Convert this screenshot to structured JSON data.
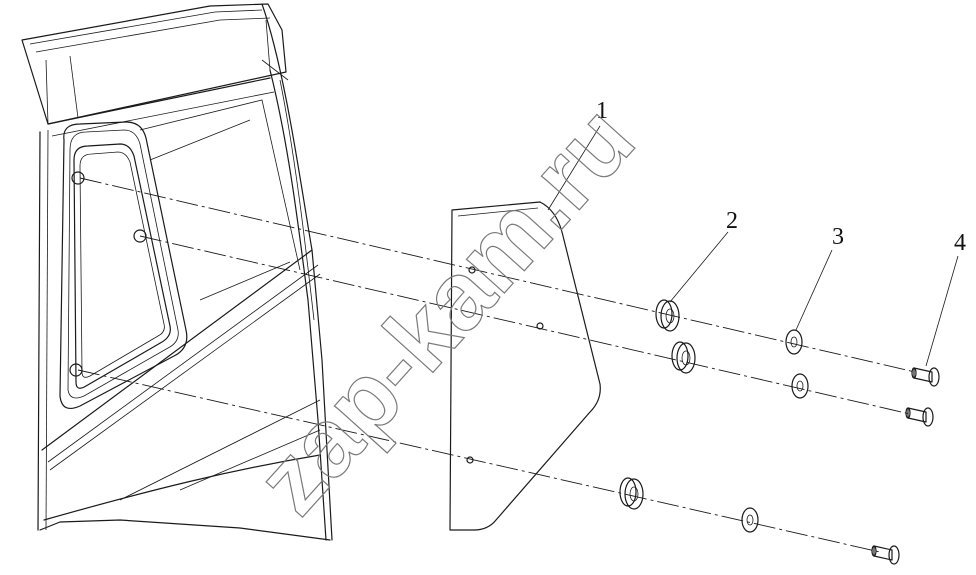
{
  "callouts": [
    {
      "id": "1",
      "label": "1"
    },
    {
      "id": "2",
      "label": "2"
    },
    {
      "id": "3",
      "label": "3"
    },
    {
      "id": "4",
      "label": "4"
    }
  ],
  "watermark": "zap-kam.ru"
}
